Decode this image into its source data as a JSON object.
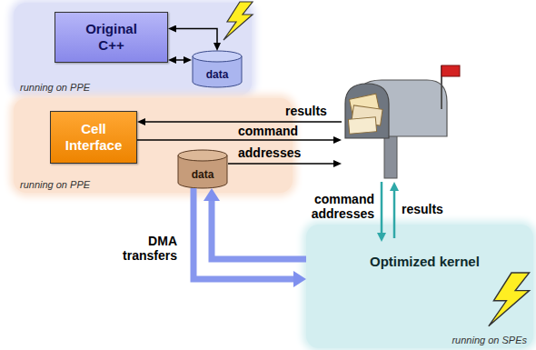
{
  "diagram": {
    "nodes": [
      {
        "text": [
          "running on PPE"
        ]
      },
      {
        "text": [
          "Original C++"
        ],
        "in": 0
      },
      {
        "text": [
          "data"
        ],
        "in": 0
      },
      {
        "text": [
          "running on PPE"
        ]
      },
      {
        "text": [
          "Cell Interface"
        ],
        "in": 3
      },
      {
        "text": [
          "data"
        ],
        "in": 3
      },
      {
        "text": [
          "Optimized kernel",
          "running on SPEs"
        ]
      }
    ],
    "edges": [
      {
        "from": 1,
        "to": 2,
        "arrow": "both"
      },
      {
        "from": 2,
        "to": 1,
        "arrow": "both"
      },
      {
        "from": 6,
        "to": 5,
        "arrow": "to"
      },
      {
        "from": 5,
        "to": 6,
        "arrow": "to",
        "label": "DMA transfers"
      }
    ],
    "labels": [
      "results",
      "command",
      "addresses",
      "command addresses",
      "results"
    ]
  }
}
